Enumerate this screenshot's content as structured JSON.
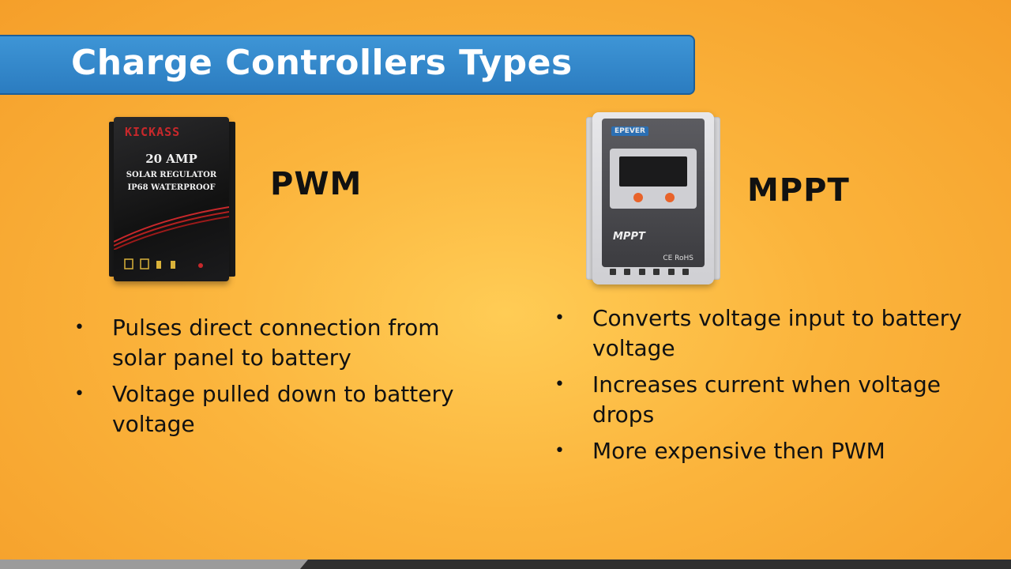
{
  "slide": {
    "title": "Charge Controllers Types"
  },
  "pwm": {
    "heading": "PWM",
    "device": {
      "brand": "KICKASS",
      "line1": "20 AMP",
      "line2": "SOLAR REGULATOR",
      "line3": "IP68 WATERPROOF"
    },
    "bullets": [
      "Pulses direct connection from solar panel to battery",
      "Voltage pulled down to battery voltage"
    ]
  },
  "mppt": {
    "heading": "MPPT",
    "device": {
      "brand": "EPEVER",
      "label": "MPPT",
      "cert": "CE RoHS"
    },
    "bullets": [
      "Converts voltage input to battery voltage",
      "Increases current when voltage drops",
      "More expensive then PWM"
    ]
  },
  "colors": {
    "background": "#fbb43c",
    "title_bar": "#2b7cc0",
    "accent_orange": "#e8632a"
  }
}
